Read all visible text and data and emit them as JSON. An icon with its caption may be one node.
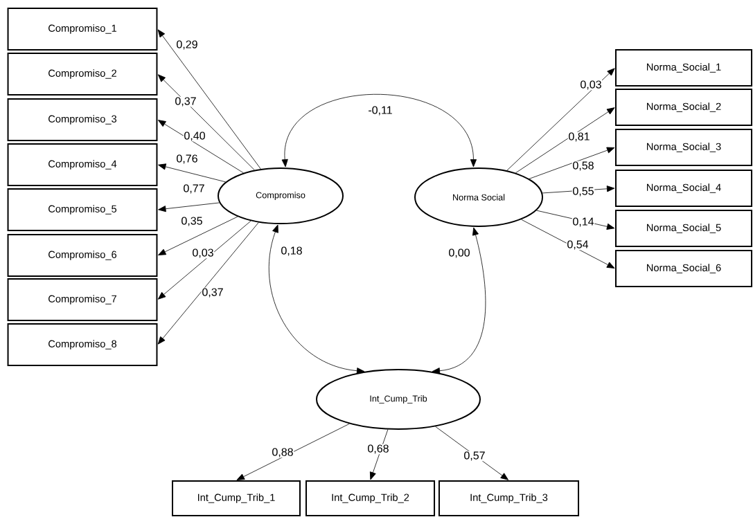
{
  "diagram": {
    "nodes": [
      {
        "text": [
          "Compromiso"
        ]
      },
      {
        "text": [
          "Norma Social"
        ]
      },
      {
        "text": [
          "Int_Cump_Trib"
        ]
      },
      {
        "text": [
          "Compromiso_1"
        ]
      },
      {
        "text": [
          "Compromiso_2"
        ]
      },
      {
        "text": [
          "Compromiso_3"
        ]
      },
      {
        "text": [
          "Compromiso_4"
        ]
      },
      {
        "text": [
          "Compromiso_5"
        ]
      },
      {
        "text": [
          "Compromiso_6"
        ]
      },
      {
        "text": [
          "Compromiso_7"
        ]
      },
      {
        "text": [
          "Compromiso_8"
        ]
      },
      {
        "text": [
          "Norma_Social_1"
        ]
      },
      {
        "text": [
          "Norma_Social_2"
        ]
      },
      {
        "text": [
          "Norma_Social_3"
        ]
      },
      {
        "text": [
          "Norma_Social_4"
        ]
      },
      {
        "text": [
          "Norma_Social_5"
        ]
      },
      {
        "text": [
          "Norma_Social_6"
        ]
      },
      {
        "text": [
          "Int_Cump_Trib_1"
        ]
      },
      {
        "text": [
          "Int_Cump_Trib_2"
        ]
      },
      {
        "text": [
          "Int_Cump_Trib_3"
        ]
      }
    ],
    "edges": [
      {
        "from": 0,
        "to": 1,
        "arrow": "both",
        "label": "-0,11"
      },
      {
        "from": 0,
        "to": 2,
        "arrow": "both",
        "label": "0,18"
      },
      {
        "from": 1,
        "to": 2,
        "arrow": "both",
        "label": "0,00"
      },
      {
        "from": 0,
        "to": 3,
        "arrow": "to",
        "label": "0,29"
      },
      {
        "from": 0,
        "to": 4,
        "arrow": "to",
        "label": "0,37"
      },
      {
        "from": 0,
        "to": 5,
        "arrow": "to",
        "label": "0,40"
      },
      {
        "from": 0,
        "to": 6,
        "arrow": "to",
        "label": "0,76"
      },
      {
        "from": 0,
        "to": 7,
        "arrow": "to",
        "label": "0,77"
      },
      {
        "from": 0,
        "to": 8,
        "arrow": "to",
        "label": "0,35"
      },
      {
        "from": 0,
        "to": 9,
        "arrow": "to",
        "label": "0,03"
      },
      {
        "from": 0,
        "to": 10,
        "arrow": "to",
        "label": "0,37"
      },
      {
        "from": 1,
        "to": 11,
        "arrow": "to",
        "label": "0,03"
      },
      {
        "from": 1,
        "to": 12,
        "arrow": "to",
        "label": "0,81"
      },
      {
        "from": 1,
        "to": 13,
        "arrow": "to",
        "label": "0,58"
      },
      {
        "from": 1,
        "to": 14,
        "arrow": "to",
        "label": "0,55"
      },
      {
        "from": 1,
        "to": 15,
        "arrow": "to",
        "label": "0,14"
      },
      {
        "from": 1,
        "to": 16,
        "arrow": "to",
        "label": "0,54"
      },
      {
        "from": 2,
        "to": 17,
        "arrow": "to",
        "label": "0,88"
      },
      {
        "from": 2,
        "to": 18,
        "arrow": "to",
        "label": "0,68"
      },
      {
        "from": 2,
        "to": 19,
        "arrow": "to",
        "label": "0,57"
      }
    ]
  }
}
